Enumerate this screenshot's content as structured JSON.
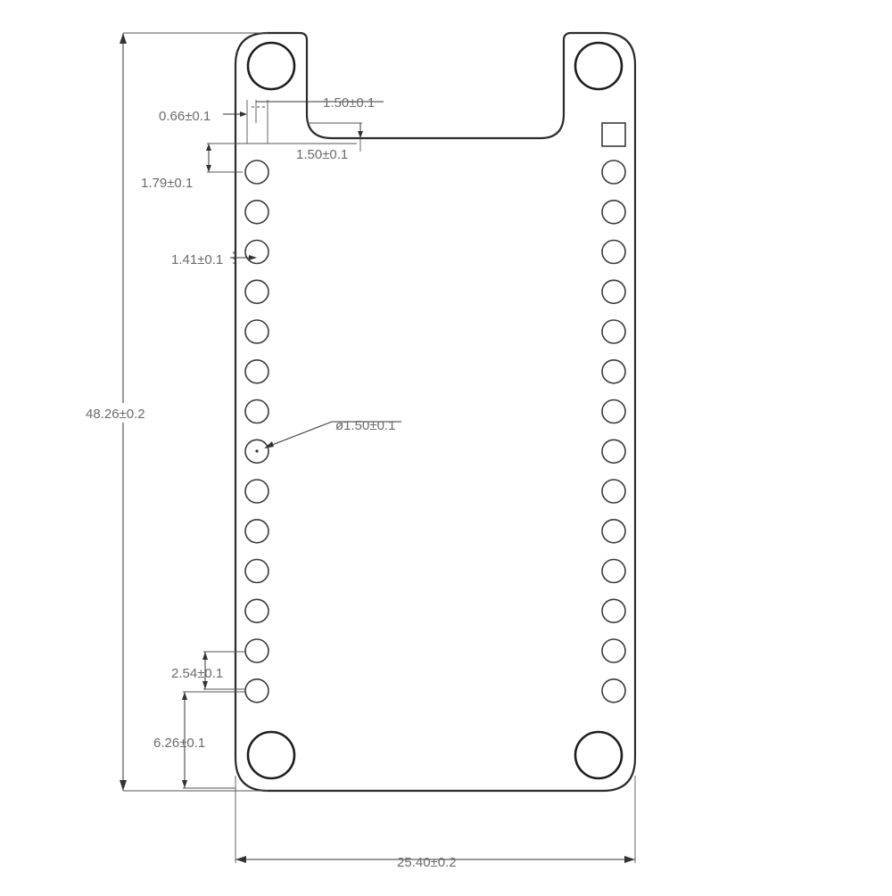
{
  "dimensions": {
    "board_height": "48.26±0.2",
    "board_width": "25.40±0.2",
    "pin_pitch": "2.54±0.1",
    "bottom_offset": "6.26±0.1",
    "hole_diameter": "ø1.50±0.1",
    "top_offset": "1.79±0.1",
    "pin_offset": "1.41±0.1",
    "edge_offset": "0.66±0.1",
    "notch_inset_a": "1.50±0.1",
    "notch_inset_b": "1.50±0.1"
  },
  "pin_rows": {
    "left_count": 14,
    "right_count": 14,
    "right_first_pin_square": true
  },
  "colors": {
    "line": "#2b2b2b",
    "text": "#6b6b6b",
    "background": "#ffffff"
  }
}
